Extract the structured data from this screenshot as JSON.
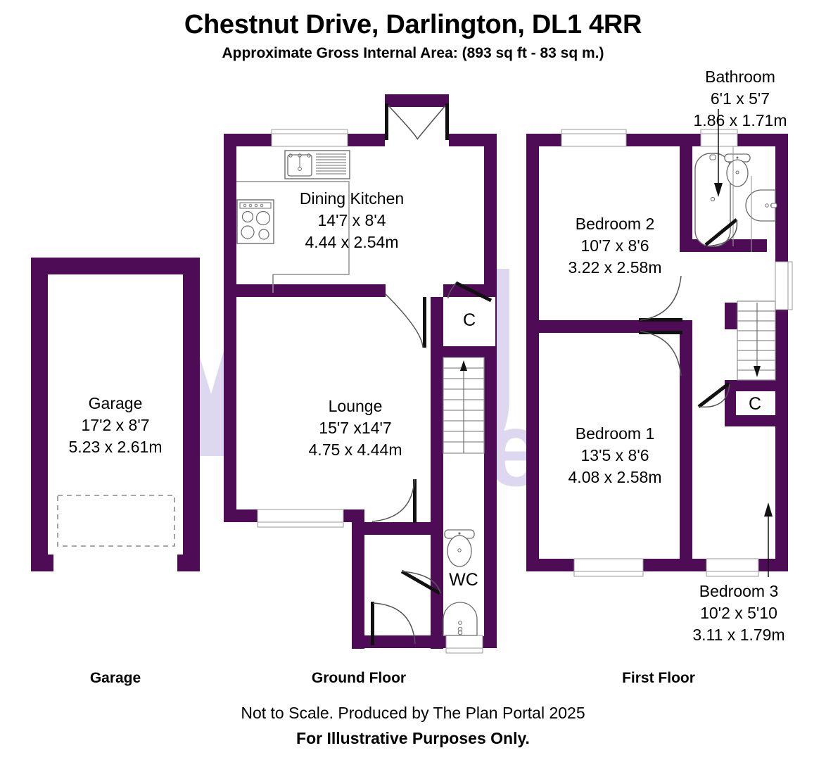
{
  "header": {
    "title": "Chestnut Drive, Darlington, DL1 4RR",
    "subtitle": "Approximate Gross Internal Area: (893 sq ft - 83 sq m.)"
  },
  "footer": {
    "garage_caption": "Garage",
    "ground_caption": "Ground Floor",
    "first_caption": "First Floor",
    "note": "Not to Scale. Produced by The Plan Portal 2025",
    "disclaimer": "For Illustrative Purposes Only."
  },
  "colors": {
    "wall": "#4e0c56",
    "watermark": "#d9d4ee",
    "fixture_stroke": "#555555",
    "text": "#000000",
    "background": "#ffffff"
  },
  "watermark": {
    "text_top": "VUE",
    "text_bottom": "estates"
  },
  "rooms": [
    {
      "id": "garage",
      "floor": "Garage",
      "name": "Garage",
      "dim_imperial": "17'2 x 8'7",
      "dim_metric": "5.23 x 2.61m"
    },
    {
      "id": "dining-kitchen",
      "floor": "Ground Floor",
      "name": "Dining Kitchen",
      "dim_imperial": "14'7 x 8'4",
      "dim_metric": "4.44 x 2.54m"
    },
    {
      "id": "lounge",
      "floor": "Ground Floor",
      "name": "Lounge",
      "dim_imperial": "15'7 x14'7",
      "dim_metric": "4.75 x 4.44m"
    },
    {
      "id": "wc",
      "floor": "Ground Floor",
      "name": "WC",
      "dim_imperial": "",
      "dim_metric": ""
    },
    {
      "id": "cupboard-ground",
      "floor": "Ground Floor",
      "name": "C",
      "dim_imperial": "",
      "dim_metric": ""
    },
    {
      "id": "bathroom",
      "floor": "First Floor",
      "name": "Bathroom",
      "dim_imperial": "6'1 x 5'7",
      "dim_metric": "1.86 x 1.71m"
    },
    {
      "id": "bedroom-2",
      "floor": "First Floor",
      "name": "Bedroom 2",
      "dim_imperial": "10'7 x 8'6",
      "dim_metric": "3.22 x 2.58m"
    },
    {
      "id": "bedroom-1",
      "floor": "First Floor",
      "name": "Bedroom 1",
      "dim_imperial": "13'5 x 8'6",
      "dim_metric": "4.08 x 2.58m"
    },
    {
      "id": "bedroom-3",
      "floor": "First Floor",
      "name": "Bedroom 3",
      "dim_imperial": "10'2 x 5'10",
      "dim_metric": "3.11 x 1.79m"
    },
    {
      "id": "cupboard-first",
      "floor": "First Floor",
      "name": "C",
      "dim_imperial": "",
      "dim_metric": ""
    }
  ],
  "fixtures": [
    {
      "id": "kitchen-sink",
      "icon": "sink-icon",
      "room": "dining-kitchen"
    },
    {
      "id": "kitchen-hob",
      "icon": "cooker-hob-icon",
      "room": "dining-kitchen"
    },
    {
      "id": "wc-toilet",
      "icon": "toilet-icon",
      "room": "wc"
    },
    {
      "id": "wc-basin",
      "icon": "wash-basin-icon",
      "room": "wc"
    },
    {
      "id": "bathroom-bath",
      "icon": "bathtub-icon",
      "room": "bathroom"
    },
    {
      "id": "bathroom-toilet",
      "icon": "toilet-icon",
      "room": "bathroom"
    },
    {
      "id": "bathroom-basin",
      "icon": "wash-basin-icon",
      "room": "bathroom"
    },
    {
      "id": "ground-stairs",
      "icon": "stairs-up-icon",
      "room": "lounge"
    },
    {
      "id": "first-stairs",
      "icon": "stairs-down-icon",
      "room": "landing"
    },
    {
      "id": "garage-door-outline",
      "icon": "garage-door-icon",
      "room": "garage"
    }
  ]
}
